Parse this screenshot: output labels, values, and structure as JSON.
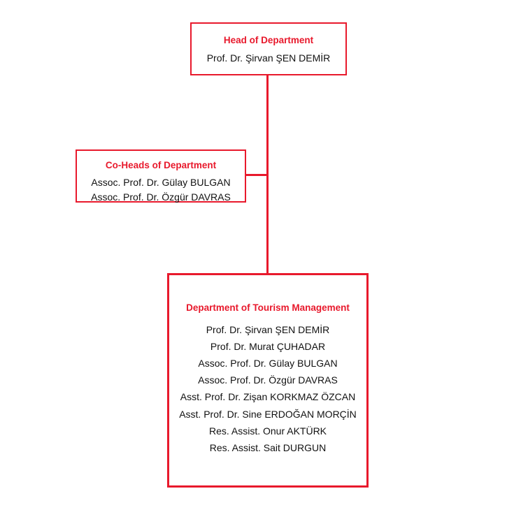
{
  "chart": {
    "type": "organizational-chart",
    "background_color": "#ffffff",
    "accent_color": "#e8192c",
    "text_color": "#111111",
    "nodes": [
      {
        "id": "head",
        "title": "Head of Department",
        "members": [
          "Prof. Dr. Şirvan ŞEN DEMİR"
        ]
      },
      {
        "id": "coheads",
        "title": "Co-Heads of Department",
        "members": [
          "Assoc. Prof. Dr. Gülay BULGAN",
          "Assoc. Prof. Dr. Özgür DAVRAS"
        ]
      },
      {
        "id": "department",
        "title": "Department of Tourism Management",
        "members": [
          "Prof. Dr. Şirvan ŞEN DEMİR",
          "Prof. Dr. Murat ÇUHADAR",
          "Assoc. Prof. Dr. Gülay BULGAN",
          "Assoc. Prof. Dr. Özgür DAVRAS",
          "Asst. Prof. Dr. Zişan KORKMAZ ÖZCAN",
          "Asst. Prof. Dr. Sine ERDOĞAN MORÇİN",
          "Res. Assist. Onur AKTÜRK",
          "Res. Assist. Sait DURGUN"
        ]
      }
    ]
  }
}
